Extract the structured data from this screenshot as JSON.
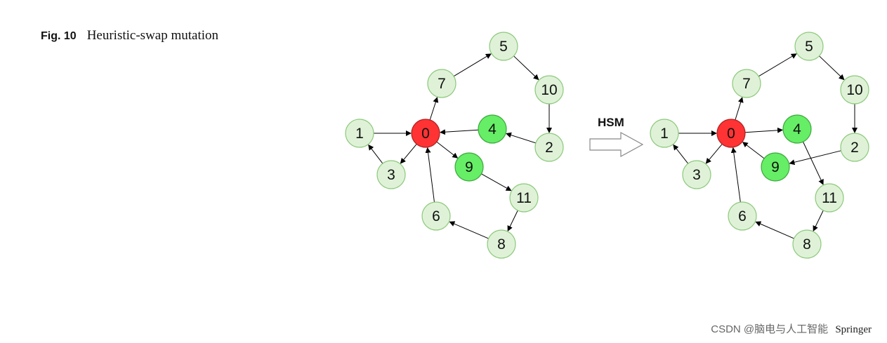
{
  "caption": {
    "fig_label": "Fig. 10",
    "title": "Heuristic-swap mutation"
  },
  "arrow_label": "HSM",
  "colors": {
    "light_fill": "#dff2d8",
    "light_stroke": "#8cc97a",
    "green_fill": "#66ee66",
    "green_stroke": "#3aa83a",
    "red_fill": "#ff3333",
    "red_stroke": "#b02020",
    "edge": "#000000"
  },
  "graphs": [
    {
      "id": "before",
      "nodes": [
        {
          "id": "0",
          "type": "red"
        },
        {
          "id": "1",
          "type": "light"
        },
        {
          "id": "3",
          "type": "light"
        },
        {
          "id": "7",
          "type": "light"
        },
        {
          "id": "5",
          "type": "light"
        },
        {
          "id": "10",
          "type": "light"
        },
        {
          "id": "2",
          "type": "light"
        },
        {
          "id": "4",
          "type": "green"
        },
        {
          "id": "9",
          "type": "green"
        },
        {
          "id": "11",
          "type": "light"
        },
        {
          "id": "8",
          "type": "light"
        },
        {
          "id": "6",
          "type": "light"
        }
      ],
      "edges": [
        [
          "1",
          "0"
        ],
        [
          "0",
          "3"
        ],
        [
          "3",
          "1"
        ],
        [
          "0",
          "7"
        ],
        [
          "7",
          "5"
        ],
        [
          "5",
          "10"
        ],
        [
          "10",
          "2"
        ],
        [
          "2",
          "4"
        ],
        [
          "4",
          "0"
        ],
        [
          "0",
          "9"
        ],
        [
          "9",
          "11"
        ],
        [
          "11",
          "8"
        ],
        [
          "8",
          "6"
        ],
        [
          "6",
          "0"
        ]
      ]
    },
    {
      "id": "after",
      "nodes": [
        {
          "id": "0",
          "type": "red"
        },
        {
          "id": "1",
          "type": "light"
        },
        {
          "id": "3",
          "type": "light"
        },
        {
          "id": "7",
          "type": "light"
        },
        {
          "id": "5",
          "type": "light"
        },
        {
          "id": "10",
          "type": "light"
        },
        {
          "id": "2",
          "type": "light"
        },
        {
          "id": "4",
          "type": "green"
        },
        {
          "id": "9",
          "type": "green"
        },
        {
          "id": "11",
          "type": "light"
        },
        {
          "id": "8",
          "type": "light"
        },
        {
          "id": "6",
          "type": "light"
        }
      ],
      "edges": [
        [
          "1",
          "0"
        ],
        [
          "0",
          "3"
        ],
        [
          "3",
          "1"
        ],
        [
          "0",
          "7"
        ],
        [
          "7",
          "5"
        ],
        [
          "5",
          "10"
        ],
        [
          "10",
          "2"
        ],
        [
          "2",
          "9"
        ],
        [
          "9",
          "0"
        ],
        [
          "0",
          "4"
        ],
        [
          "4",
          "11"
        ],
        [
          "11",
          "8"
        ],
        [
          "8",
          "6"
        ],
        [
          "6",
          "0"
        ]
      ]
    }
  ],
  "watermark": {
    "csdn": "CSDN @脑电与人工智能",
    "springer": "Springer"
  }
}
